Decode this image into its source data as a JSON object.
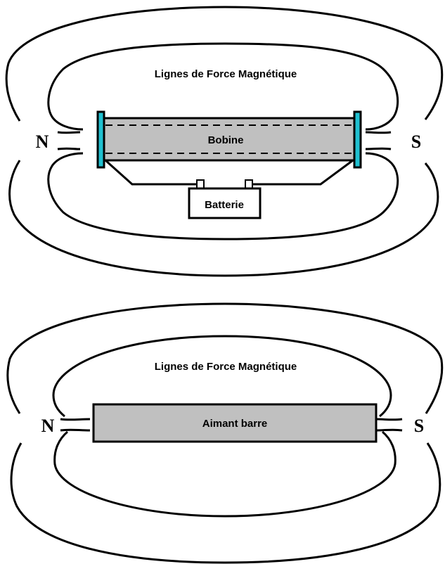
{
  "colors": {
    "background": "#ffffff",
    "line": "#000000",
    "body_fill": "#c0c0c0",
    "end_cap": "#20c0d0"
  },
  "diagrams": {
    "electromagnet": {
      "title": "Lignes de Force Magnétique",
      "coil_label": "Bobine",
      "battery_label": "Batterie",
      "north_label": "N",
      "south_label": "S"
    },
    "bar_magnet": {
      "title": "Lignes de Force Magnétique",
      "magnet_label": "Aimant barre",
      "north_label": "N",
      "south_label": "S"
    }
  }
}
